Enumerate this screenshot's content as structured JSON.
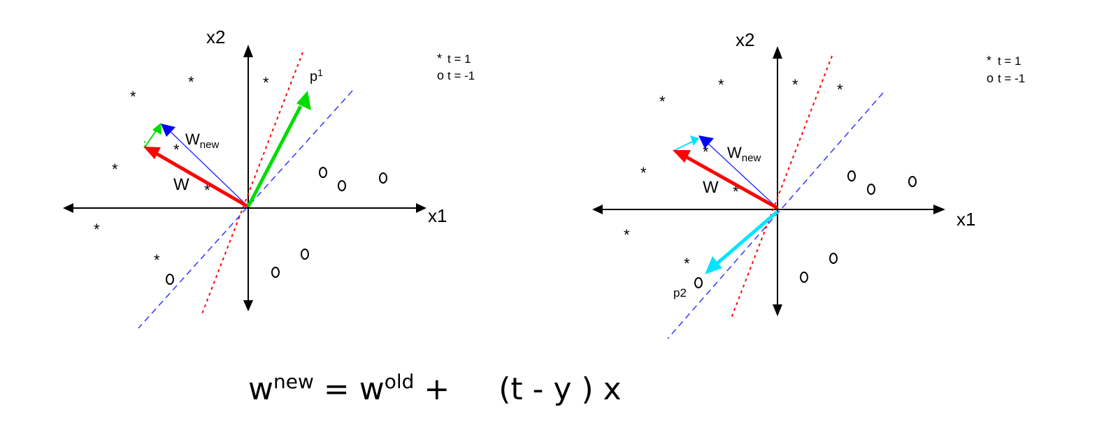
{
  "panels": [
    {
      "axis_x_label": "x1",
      "axis_y_label": "x2",
      "legend": [
        {
          "symbol": "*",
          "text": "t = 1"
        },
        {
          "symbol": "o",
          "text": "t = -1"
        }
      ],
      "w_label": "W",
      "w_new_label": "W",
      "w_new_subscript": "new",
      "point_label": "p",
      "point_index": "1"
    },
    {
      "axis_x_label": "x1",
      "axis_y_label": "x2",
      "legend": [
        {
          "symbol": "*",
          "text": "t = 1"
        },
        {
          "symbol": "o",
          "text": "t = -1"
        }
      ],
      "w_label": "W",
      "w_new_label": "W",
      "w_new_subscript": "new",
      "point_label": "p2"
    }
  ],
  "formula": {
    "w1": "w",
    "sup_new": "new",
    "eq": " = ",
    "w2": "w",
    "sup_old": "old",
    "rest": " +     (t - y ) x"
  },
  "colors": {
    "w": "#ff0000",
    "p1": "#00dd00",
    "p2": "#00e5ff",
    "w_new": "#0000ff",
    "boundary_old": "#ff0000",
    "boundary_new": "#0000ff"
  }
}
